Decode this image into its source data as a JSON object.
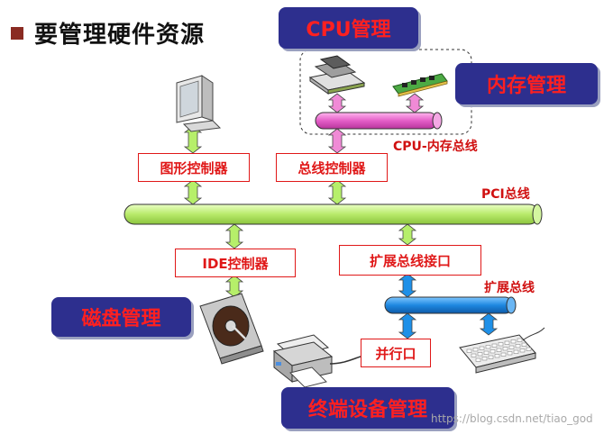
{
  "title": "要管理硬件资源",
  "callouts": {
    "cpu": "CPU管理",
    "memory": "内存管理",
    "disk": "磁盘管理",
    "terminal": "终端设备管理"
  },
  "controllers": {
    "graphics": "图形控制器",
    "bus": "总线控制器",
    "ide": "IDE控制器",
    "expansion_interface": "扩展总线接口",
    "parallel_port": "并行口"
  },
  "buses": {
    "cpu_memory": "CPU-内存总线",
    "pci": "PCI总线",
    "expansion": "扩展总线"
  },
  "watermark": "https://blog.csdn.net/tiao_god",
  "colors": {
    "callout_bg": "#2d2f8e",
    "callout_text": "#ff2020",
    "controller_border": "#e01818",
    "pci_bus": "#c8f08a",
    "cpu_memory_bus": "#e060c8",
    "expansion_bus": "#1e90e8",
    "arrow_green": "#b6ef6a",
    "arrow_pink": "#f08ad6",
    "arrow_blue": "#1e90e8"
  }
}
